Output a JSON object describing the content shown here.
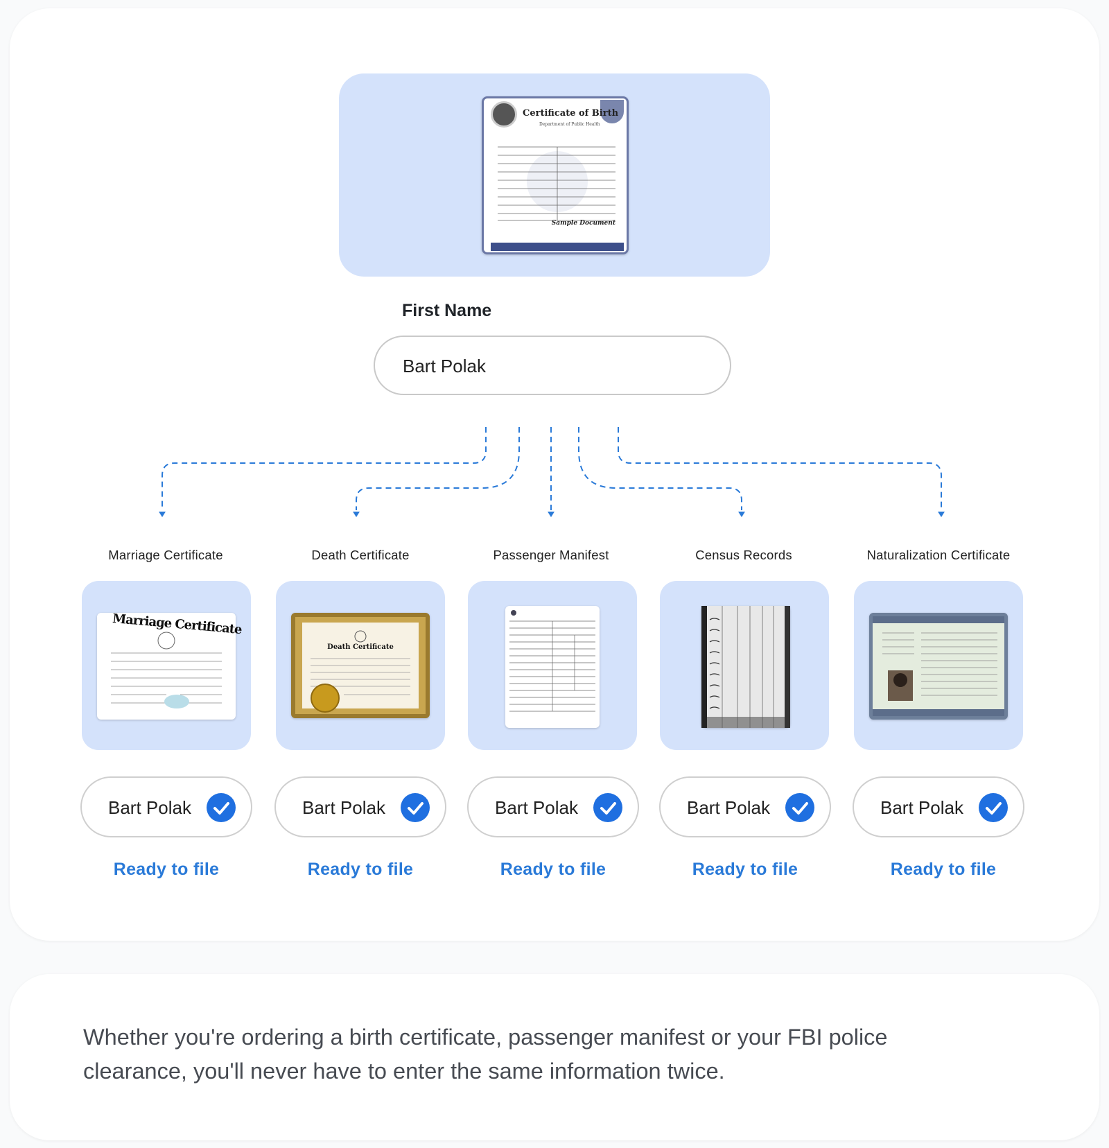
{
  "hero": {
    "document_title": "Certificate of Birth",
    "document_subtitle": "Department of Public Health",
    "sample_text": "Sample Document"
  },
  "form": {
    "label": "First Name",
    "value": "Bart Polak"
  },
  "records": [
    {
      "label": "Marriage Certificate",
      "doc_text": "Marriage Certificate",
      "name": "Bart Polak",
      "status": "Ready to file"
    },
    {
      "label": "Death Certificate",
      "doc_text": "Death Certificate",
      "name": "Bart Polak",
      "status": "Ready to file"
    },
    {
      "label": "Passenger Manifest",
      "doc_text": "",
      "name": "Bart Polak",
      "status": "Ready to file"
    },
    {
      "label": "Census Records",
      "doc_text": "",
      "name": "Bart Polak",
      "status": "Ready to file"
    },
    {
      "label": "Naturalization Certificate",
      "doc_text": "",
      "name": "Bart Polak",
      "status": "Ready to file"
    }
  ],
  "description": "Whether you're ordering a birth certificate, passenger manifest or your FBI police clearance, you'll never have to enter the same information twice.",
  "colors": {
    "accent": "#1f6fe0",
    "status_text": "#2a7ad8",
    "tile_bg": "#d4e2fb",
    "connector": "#2a7ad8"
  },
  "icons": {
    "check": "check-circle-icon",
    "connector": "arrow-down-icon"
  }
}
